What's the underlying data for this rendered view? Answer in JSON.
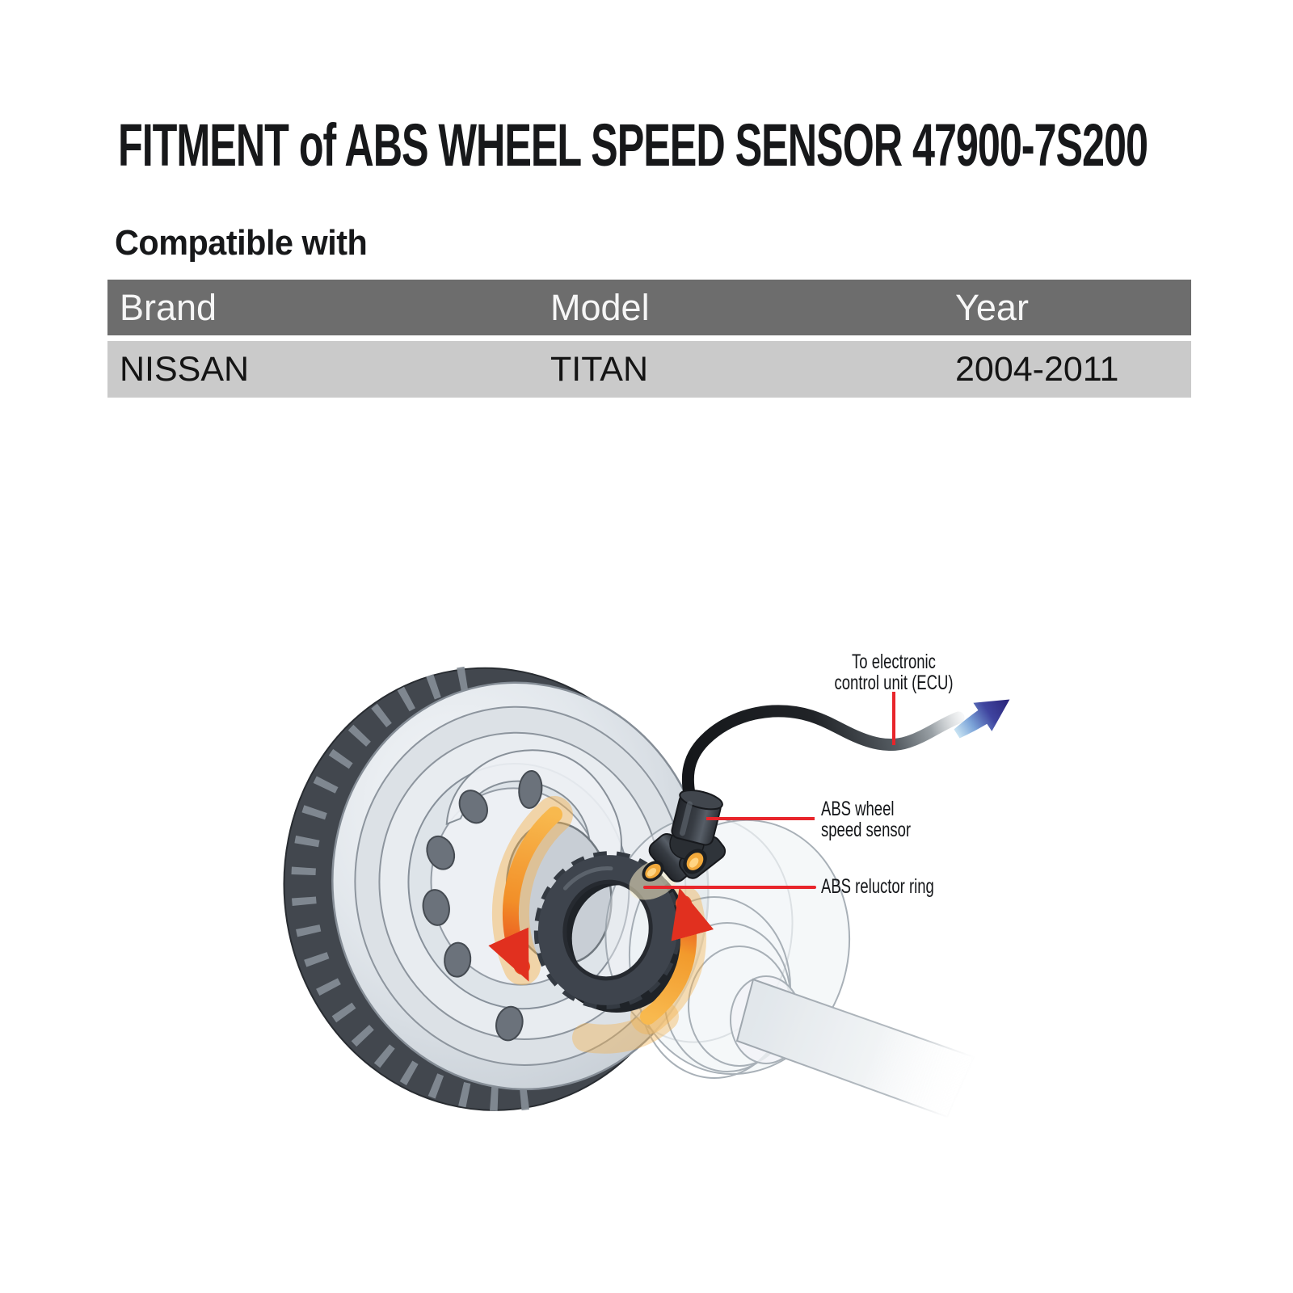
{
  "title": "FITMENT of ABS WHEEL SPEED SENSOR 47900-7S200",
  "section": {
    "heading": "Compatible with"
  },
  "fitment_table": {
    "columns": [
      "Brand",
      "Model",
      "Year"
    ],
    "rows": [
      {
        "brand": "NISSAN",
        "model": "TITAN",
        "year": "2004-2011"
      }
    ]
  },
  "diagram": {
    "callouts": {
      "ecu": {
        "line1": "To electronic",
        "line2": "control unit (ECU)"
      },
      "sensor": {
        "line1": "ABS wheel",
        "line2": "speed sensor"
      },
      "reluctor": {
        "label": "ABS reluctor ring"
      }
    },
    "colors": {
      "leader_red": "#e8252b",
      "rotation_arrow_orange": "#f5a033",
      "rotation_arrow_red_tip": "#e1301f",
      "ecu_arrow_blue_light": "#cfe9f5",
      "ecu_arrow_blue_dark": "#2a2478",
      "sensor_body_dark": "#2c3036",
      "sensor_tip_yellow": "#f2a93b",
      "rotor_silver": "#e8ecf0",
      "rotor_rim_dark": "#42474e",
      "reluctor_ring_dark": "#3e444d",
      "table_header_bg": "#6d6d6d",
      "table_row_bg": "#cacaca"
    }
  }
}
